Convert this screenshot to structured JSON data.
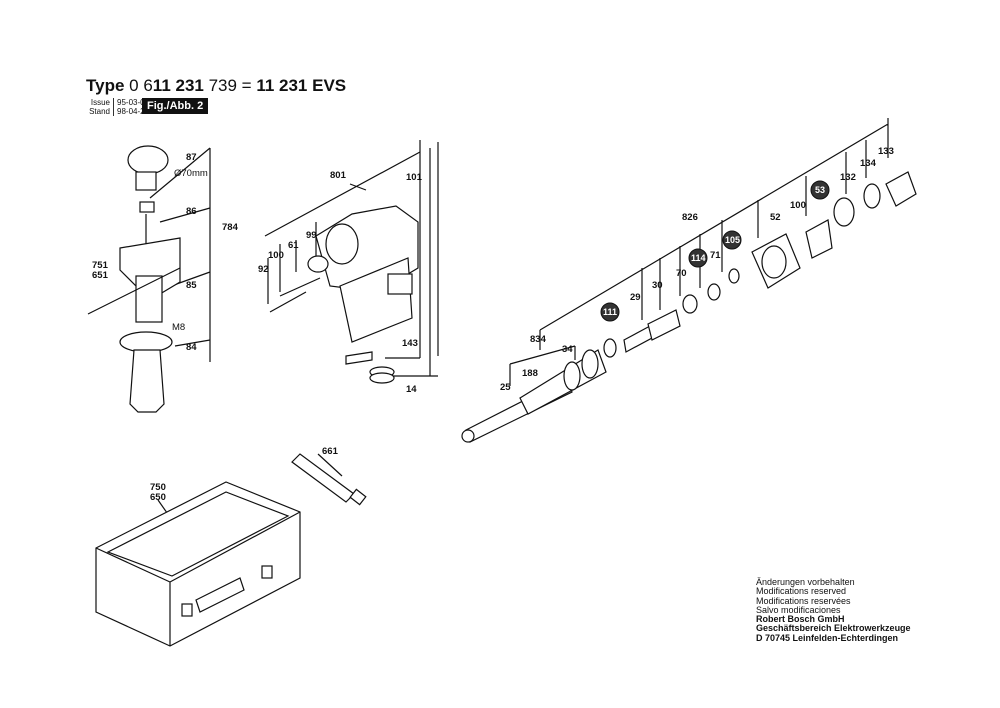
{
  "header": {
    "type_label": "Type",
    "type_number_prefix": "0 6",
    "type_number_bold": "11 231",
    "type_number_suffix": " 739",
    "equals": " = ",
    "model": "11 231 EVS"
  },
  "meta": {
    "issue_label": "Issue",
    "issue_value": "95-03-00",
    "stand_label": "Stand",
    "stand_value": "98-04-20"
  },
  "fig_badge": "Fig./Abb. 2",
  "labels": {
    "p87": "87",
    "p70mm": "Ø70mm",
    "p86": "86",
    "p784": "784",
    "p751": "751",
    "p651": "651",
    "p85": "85",
    "pM8": "M8",
    "p84": "84",
    "p801": "801",
    "p101": "101",
    "p100a": "100",
    "p61": "61",
    "p99": "99",
    "p92": "92",
    "p143": "143",
    "p14": "14",
    "p133": "133",
    "p134": "134",
    "p132": "132",
    "p53": "53",
    "p100b": "100",
    "p52": "52",
    "p826": "826",
    "p105": "105",
    "p71": "71",
    "p114": "114",
    "p70": "70",
    "p30": "30",
    "p29": "29",
    "p111": "111",
    "p834": "834",
    "p34": "34",
    "p188": "188",
    "p25": "25",
    "p661": "661",
    "p750": "750",
    "p650": "650"
  },
  "notes": {
    "line1": "Änderungen vorbehalten",
    "line2": "Modifications reserved",
    "line3": "Modifications reservées",
    "line4": "Salvo modificaciones",
    "company": "Robert Bosch GmbH",
    "division": "Geschäftsbereich Elektrowerkzeuge",
    "address": "D 70745 Leinfelden-Echterdingen"
  }
}
